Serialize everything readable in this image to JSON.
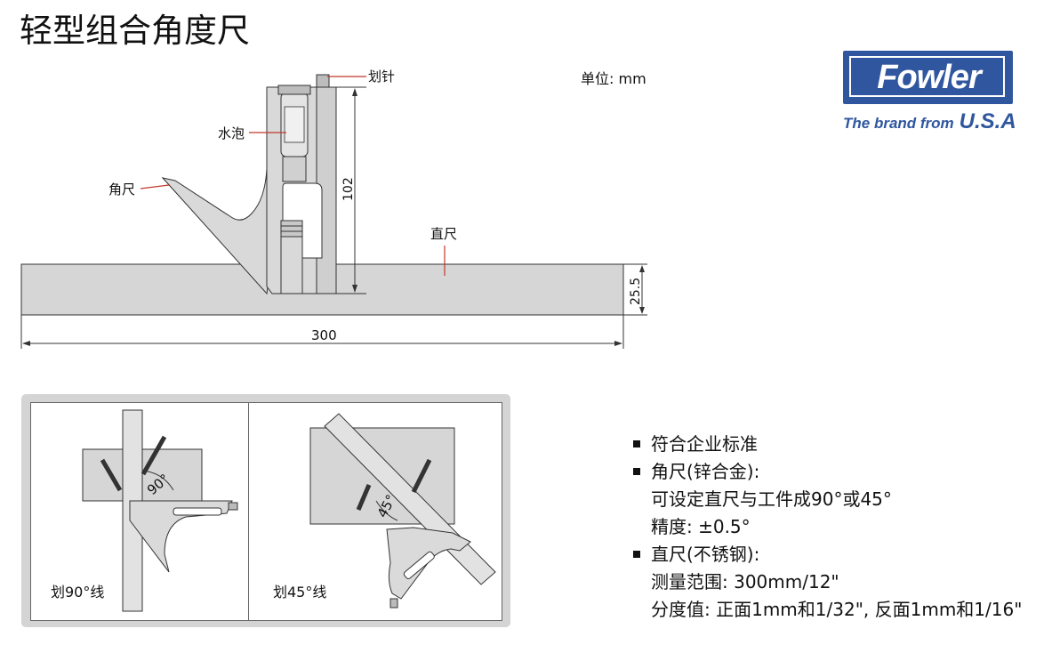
{
  "title": "轻型组合角度尺",
  "unit_label": "单位: mm",
  "logo": {
    "wordmark": "Fowler",
    "tagline": "The brand from",
    "tagline_country": "U.S.A",
    "color": "#2f569e"
  },
  "diagram": {
    "labels": {
      "scriber": "划针",
      "level_vial": "水泡",
      "square_head": "角尺",
      "rule": "直尺"
    },
    "dimensions": {
      "head_height": "102",
      "rule_width": "25.5",
      "rule_length": "300"
    }
  },
  "usage_panel": {
    "left_caption": "划90°线",
    "left_angle": "90°",
    "right_caption": "划45°线",
    "right_angle": "45°"
  },
  "features": [
    {
      "text": "符合企业标准",
      "bullet": true
    },
    {
      "text": "角尺(锌合金):",
      "bullet": true
    },
    {
      "text": "可设定直尺与工件成90°或45°",
      "bullet": false
    },
    {
      "text": "精度: ±0.5°",
      "bullet": false
    },
    {
      "text": "直尺(不锈钢):",
      "bullet": true
    },
    {
      "text": "测量范围: 300mm/12\"",
      "bullet": false
    },
    {
      "text": "分度值: 正面1mm和1/32\", 反面1mm和1/16\"",
      "bullet": false
    }
  ]
}
